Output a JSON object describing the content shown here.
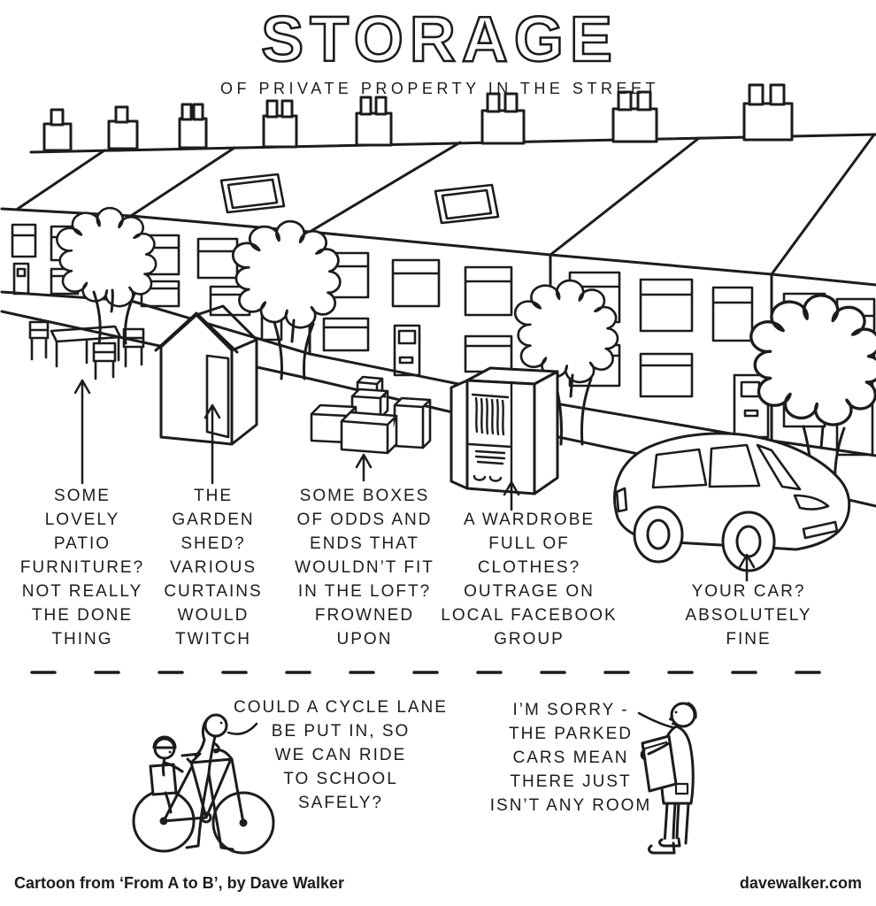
{
  "title": "STORAGE",
  "subtitle": "OF PRIVATE PROPERTY IN THE STREET",
  "ink_color": "#1c1c1c",
  "annotations": {
    "patio": {
      "lines": [
        "SOME",
        "LOVELY",
        "PATIO",
        "FURNITURE?",
        "NOT REALLY",
        "THE DONE",
        "THING"
      ]
    },
    "shed": {
      "lines": [
        "THE",
        "GARDEN",
        "SHED?",
        "VARIOUS",
        "CURTAINS",
        "WOULD",
        "TWITCH"
      ]
    },
    "boxes": {
      "lines": [
        "SOME BOXES",
        "OF ODDS AND",
        "ENDS THAT",
        "WOULDN’T FIT",
        "IN THE LOFT?",
        "FROWNED",
        "UPON"
      ]
    },
    "wardrobe": {
      "lines": [
        "A WARDROBE",
        "FULL OF",
        "CLOTHES?",
        "OUTRAGE ON",
        "LOCAL FACEBOOK",
        "GROUP"
      ]
    },
    "car": {
      "lines": [
        "YOUR CAR?",
        "ABSOLUTELY",
        "FINE"
      ]
    }
  },
  "speech": {
    "cyclist": {
      "lines": [
        "COULD A CYCLE LANE",
        "BE PUT IN, SO",
        "WE CAN RIDE",
        "TO SCHOOL",
        "SAFELY?"
      ]
    },
    "official": {
      "lines": [
        "I’M SORRY -",
        "THE PARKED",
        "CARS MEAN",
        "THERE JUST",
        "ISN’T ANY ROOM"
      ]
    }
  },
  "footer": {
    "credit": "Cartoon from ‘From A to B’, by Dave Walker",
    "website": "davewalker.com"
  }
}
